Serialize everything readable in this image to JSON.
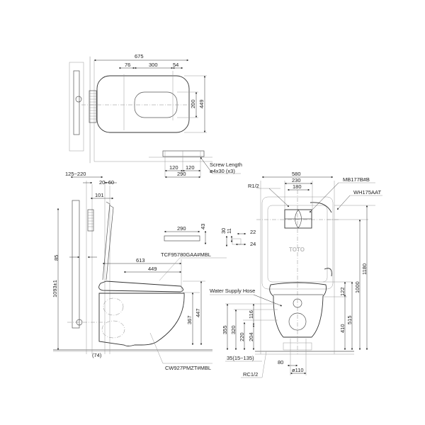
{
  "top_view": {
    "dims": {
      "overall_width": "675",
      "left_offset": "76",
      "seat_opening": "300",
      "right_offset": "54",
      "opening_depth": "200",
      "overall_depth": "449"
    }
  },
  "bracket": {
    "spacing_left": "120",
    "spacing_right": "120",
    "width": "290",
    "screw_label": "Screw Length",
    "screw_spec": "ø4x30 (x3)"
  },
  "side_view": {
    "dims": {
      "wall_depth": "125~220",
      "finish_wall": "20~60",
      "frame_offset": "101",
      "frame_height": "85",
      "carrier_height": "1093±1",
      "seat_length": "613",
      "bowl_to_wall": "449",
      "bowl_height": "367",
      "seat_height": "447",
      "floor_offset": "(74)"
    },
    "labels": {
      "seat_model": "TCF95780GAA#MBL",
      "bowl_model": "CW927PMZT#MBL"
    }
  },
  "plate_detail": {
    "width": "290",
    "height": "43",
    "d30": "30",
    "d11": "11",
    "d22": "22",
    "d24": "24"
  },
  "front_view": {
    "dims": {
      "frame_width": "580",
      "plate_width": "230",
      "button_width": "180",
      "inlet_height": "122",
      "height_1000": "1000",
      "height_1180": "1180",
      "height_410": "410",
      "height_515": "515",
      "height_355": "355",
      "height_320": "320",
      "height_220": "220",
      "height_204": "204",
      "height_116": "116",
      "offset_80": "80",
      "drain_dia": "ø110",
      "valve_offset": "35(15~135)"
    },
    "labels": {
      "thread": "R1/2",
      "flush_plate": "MB177B#B",
      "carrier": "WH175AAT",
      "hose": "Water Supply Hose",
      "valve_thread": "RC1/2",
      "brand": "TOTO"
    }
  }
}
